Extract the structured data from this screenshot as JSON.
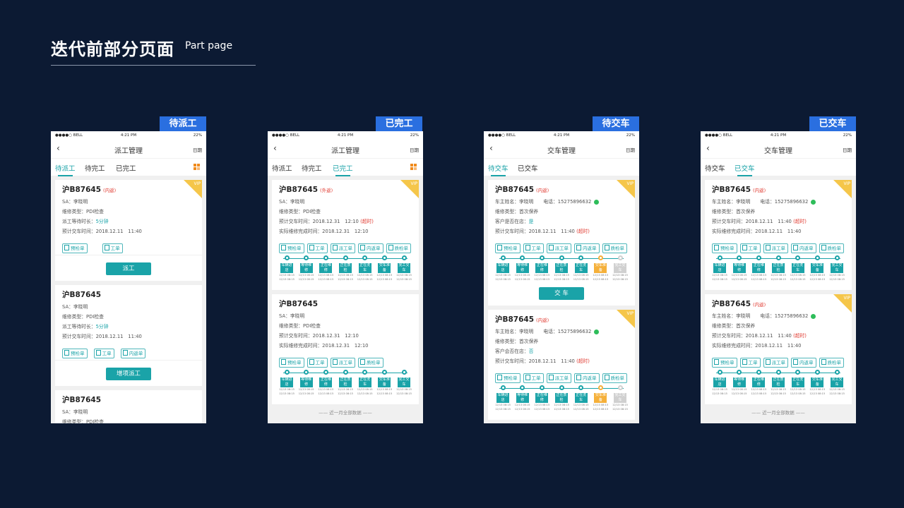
{
  "header": {
    "title": "迭代前部分页面",
    "subtitle": "Part page"
  },
  "status_bar": {
    "carrier": "●●●●○ BELL",
    "time": "4:21 PM",
    "battery": "22%"
  },
  "nav": {
    "back": "‹",
    "date_label": "日期"
  },
  "common_labels": {
    "sa": "SA：",
    "repair_type": "维修类型：",
    "dispatch_wait": "派工等待时长：",
    "est_delivery": "预计交车时间：",
    "actual_finish": "实际维修完成时间：",
    "owner_name": "车主姓名：",
    "phone": "电话：",
    "in_store": "客户是否在店：",
    "in_store_alt": "客户会否在店：",
    "vip": "VIP",
    "footer": "—— 近一月全部数据 ——"
  },
  "buttons": {
    "precheck": "预检单",
    "work": "工单",
    "dispatch": "派工单",
    "rework": "内返单",
    "qc": "质检单",
    "dispatch_main": "派工",
    "add_dispatch": "增项派工",
    "deliver": "交 车"
  },
  "stages": [
    "车辆进店",
    "等待维修",
    "正在维修",
    "正在质检",
    "正在洗车",
    "交车准备",
    "完工交车"
  ],
  "stage_time": "12/13 08:15",
  "colors": {
    "accent": "#1aa3a8",
    "tag": "#2a6fe0",
    "vip": "#f5c64a",
    "alert": "#e0382e",
    "current": "#f5b03a"
  },
  "screens": [
    {
      "tag": "待派工",
      "title": "派工管理",
      "tabs": [
        "待派工",
        "待完工",
        "已完工"
      ],
      "cards": [
        {
          "plate": "沪B87645",
          "rt": "(内返)",
          "sa": "李晓明",
          "type": "PDI检查",
          "wait": "5分钟",
          "eta": "2018.12.11　11:40"
        },
        {
          "plate": "沪B87645",
          "sa": "李晓明",
          "type": "PDI检查",
          "wait": "5分钟",
          "eta": "2018.12.11　11:40"
        },
        {
          "plate": "沪B87645",
          "sa": "李晓明",
          "type": "PDI检查"
        }
      ]
    },
    {
      "tag": "已完工",
      "title": "派工管理",
      "tabs": [
        "待派工",
        "待完工",
        "已完工"
      ],
      "cards": [
        {
          "plate": "沪B87645",
          "rt": "(外返)",
          "sa": "李晓明",
          "type": "PDI检查",
          "eta": "2018.12.31　12:10",
          "eta_flag": "(超时)",
          "finish": "2018.12.31　12:10"
        },
        {
          "plate": "沪B87645",
          "sa": "李晓明",
          "type": "PDI检查",
          "eta": "2018.12.31　12:10",
          "finish": "2018.12.31　12:10"
        }
      ]
    },
    {
      "tag": "待交车",
      "title": "交车管理",
      "tabs": [
        "待交车",
        "已交车"
      ],
      "cards": [
        {
          "plate": "沪B87645",
          "rt": "(内返)",
          "owner": "李晓明",
          "phone": "15275896632",
          "type": "首次保养",
          "instore": "是",
          "eta": "2018.12.11　11:40",
          "eta_flag": "(超时)"
        },
        {
          "plate": "沪B87645",
          "rt": "(内返)",
          "owner": "李晓明",
          "phone": "15275896632",
          "type": "首次保养",
          "instore": "否",
          "eta": "2018.12.11　11:40",
          "eta_flag": "(超时)"
        }
      ]
    },
    {
      "tag": "已交车",
      "title": "交车管理",
      "tabs": [
        "待交车",
        "已交车"
      ],
      "cards": [
        {
          "plate": "沪B87645",
          "rt": "(内返)",
          "owner": "李晓明",
          "phone": "15275896632",
          "type": "首次保养",
          "eta": "2018.12.11　11:40",
          "eta_flag": "(超时)",
          "finish": "2018.12.11　11:40"
        },
        {
          "plate": "沪B87645",
          "rt": "(内返)",
          "owner": "李晓明",
          "phone": "15275896632",
          "type": "首次保养",
          "eta": "2018.12.11　11:40",
          "eta_flag": "(超时)",
          "finish": "2018.12.11　11:40"
        }
      ]
    }
  ]
}
